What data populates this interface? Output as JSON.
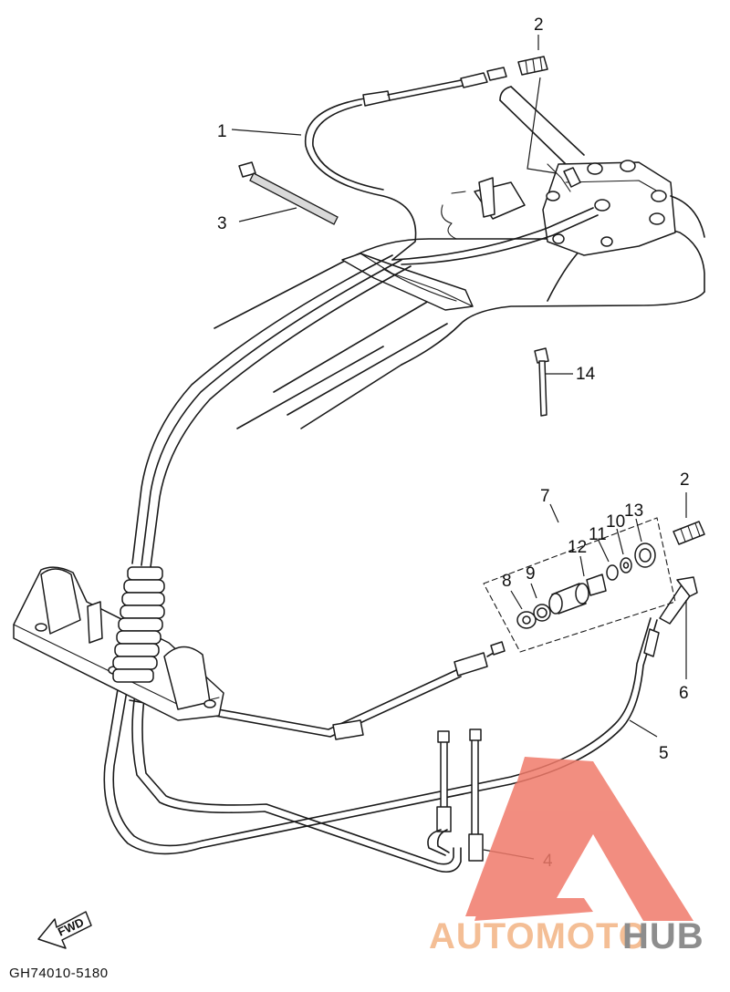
{
  "diagram": {
    "callouts": [
      {
        "id": "1",
        "label": "1"
      },
      {
        "id": "2a",
        "label": "2"
      },
      {
        "id": "2b",
        "label": "2"
      },
      {
        "id": "3",
        "label": "3"
      },
      {
        "id": "4",
        "label": "4"
      },
      {
        "id": "5",
        "label": "5"
      },
      {
        "id": "6",
        "label": "6"
      },
      {
        "id": "7",
        "label": "7"
      },
      {
        "id": "8",
        "label": "8"
      },
      {
        "id": "9",
        "label": "9"
      },
      {
        "id": "10",
        "label": "10"
      },
      {
        "id": "11",
        "label": "11"
      },
      {
        "id": "12",
        "label": "12"
      },
      {
        "id": "13",
        "label": "13"
      },
      {
        "id": "14",
        "label": "14"
      }
    ],
    "fwd_label": "FWD",
    "drawing_code": "GH74010-5180"
  },
  "watermark": {
    "text_a": "AUTOMOTO",
    "text_b": "HUB",
    "colors": {
      "triangle": "#f07a6a",
      "auto": "#f3b383",
      "hub": "#7a7a7a"
    }
  }
}
